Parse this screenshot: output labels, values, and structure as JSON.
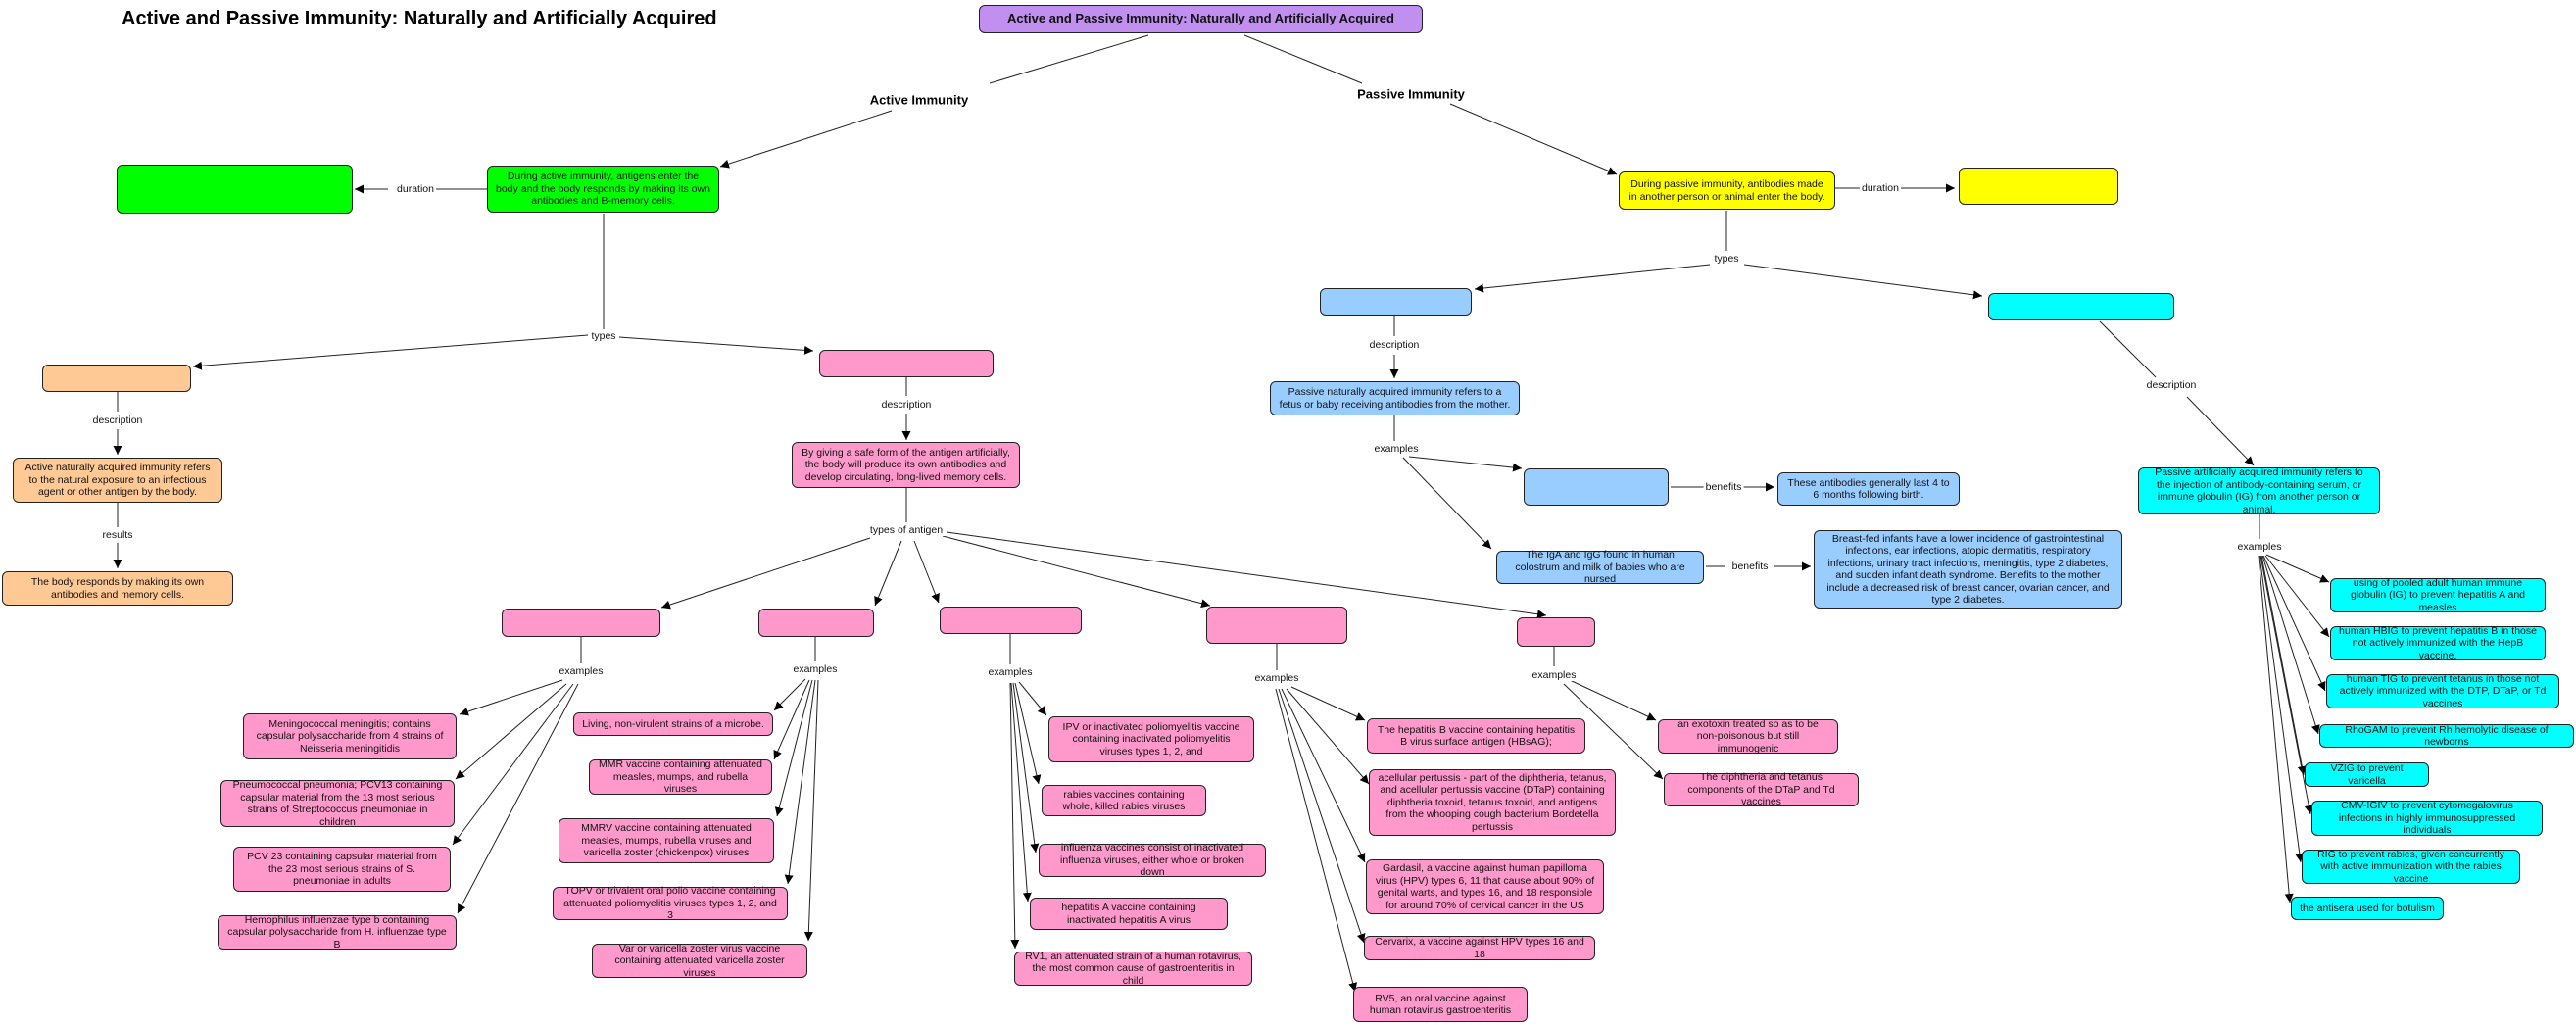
{
  "title": "Active and Passive Immunity: Naturally and Artificially Acquired",
  "root": "Active and Passive Immunity: Naturally and Artificially Acquired",
  "branch_active": "Active Immunity",
  "branch_passive": "Passive Immunity",
  "link_labels": {
    "duration": "duration",
    "types": "types",
    "description": "description",
    "results": "results",
    "types_of_antigen": "types of antigen",
    "examples": "examples",
    "benefits": "benefits"
  },
  "active": {
    "main": "During active immunity, antigens enter the body and the body responds by making its own antibodies and B-memory cells.",
    "natural_description": "Active naturally acquired immunity refers to the natural exposure to an infectious agent or other antigen by the body.",
    "natural_result": "The body responds by making its own antibodies and memory cells.",
    "artificial_description": "By giving a safe form of the antigen artificially, the body will produce its own antibodies and develop circulating, long-lived memory cells.",
    "polysaccharide_examples": [
      "Meningococcal meningitis; contains capsular polysaccharide from 4 strains of Neisseria meningitidis",
      "Pneumococcal pneumonia; PCV13 containing capsular material from the 13 most serious strains of Streptococcus pneumoniae in children",
      "PCV 23 containing capsular material from the 23 most serious strains of S. pneumoniae in adults",
      "Hemophilus influenzae type b containing capsular polysaccharide from H. influenzae type B"
    ],
    "attenuated_examples": [
      "Living, non-virulent strains of a microbe.",
      "MMR vaccine containing attenuated measles, mumps, and rubella viruses",
      "MMRV vaccine containing attenuated measles, mumps, rubella viruses and varicella zoster (chickenpox) viruses",
      "TOPV or trivalent oral polio vaccine containing attenuated poliomyelitis viruses types 1, 2, and 3",
      "Var or varicella zoster virus vaccine containing attenuated varicella zoster viruses"
    ],
    "inactivated_examples": [
      "IPV or inactivated poliomyelitis vaccine containing inactivated poliomyelitis viruses types 1, 2, and",
      "rabies vaccines containing whole, killed rabies viruses",
      "influenza vaccines consist of inactivated influenza viruses, either whole or broken down",
      "hepatitis A vaccine containing inactivated hepatitis A virus",
      "RV1, an attenuated strain of a human rotavirus, the most common cause of gastroenteritis in child"
    ],
    "subunit_examples": [
      "The hepatitis B vaccine containing hepatitis B virus surface antigen (HBsAG);",
      "acellular pertussis - part of the diphtheria, tetanus, and acellular pertussis vaccine (DTaP) containing diphtheria toxoid, tetanus toxoid, and antigens from the whooping cough bacterium Bordetella pertussis",
      "Gardasil, a vaccine against human papilloma virus (HPV) types 6, 11 that cause about 90% of genital warts, and types 16, and 18 responsible for around 70% of cervical cancer in the US",
      "Cervarix, a vaccine against HPV types 16 and 18",
      "RV5, an oral vaccine against human rotavirus gastroenteritis"
    ],
    "toxoid_examples": [
      "an exotoxin treated so as to be non-poisonous but still immunogenic",
      "The diphtheria and tetanus components of the DTaP and Td vaccines"
    ]
  },
  "passive": {
    "main": "During passive immunity, antibodies made in another person or animal enter the body.",
    "natural_description": "Passive naturally acquired immunity refers to a fetus or baby receiving antibodies from the mother.",
    "natural_benefit_1": "These antibodies generally last 4 to 6 months following birth.",
    "natural_example_2": "The IgA and IgG found in human colostrum and milk of babies who are nursed",
    "natural_benefit_2": "Breast-fed infants have a lower incidence of gastrointestinal infections, ear infections, atopic dermatitis, respiratory infections, urinary tract infections, meningitis, type 2 diabetes, and sudden infant death syndrome. Benefits to the mother include a decreased risk of breast cancer, ovarian cancer, and type 2 diabetes.",
    "artificial_description": "Passive artificially acquired immunity refers to the injection of antibody-containing serum, or immune globulin (IG) from another person or animal.",
    "artificial_examples": [
      "using of pooled adult human immune globulin (IG) to prevent hepatitis A and measles",
      "human HBIG to prevent hepatitis B in those not actively immunized with the HepB vaccine.",
      "human TIG to prevent tetanus in those not actively immunized with the DTP, DTaP, or Td vaccines",
      "RhoGAM to prevent Rh hemolytic disease of newborns",
      "VZIG to prevent varicella",
      "CMV-IGIV to prevent cytomegalovirus infections in highly immunosuppressed individuals",
      "RIG to prevent rabies, given concurrently with active immunization with the rabies vaccine",
      "the antisera used for botulism"
    ]
  },
  "colors": {
    "root": "#c08ff0",
    "active_main": "#00ff00",
    "passive_main": "#ffff00",
    "active_natural": "#ffc995",
    "active_artificial": "#ff99cc",
    "passive_natural": "#99ccff",
    "passive_artificial": "#00ffff"
  }
}
